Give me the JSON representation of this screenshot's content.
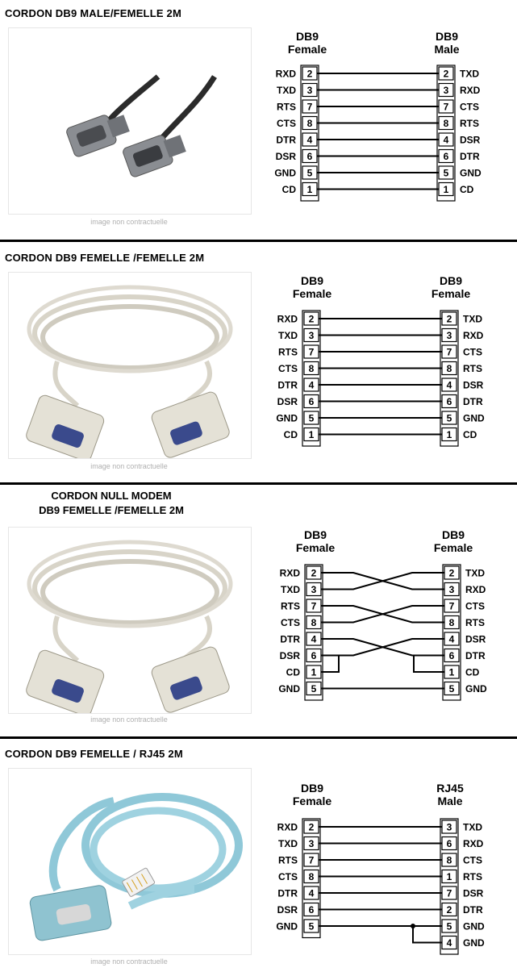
{
  "caption": "image non contractuelle",
  "sections": [
    {
      "title": "CORDON DB9 MALE/FEMELLE 2M",
      "left_header": [
        "DB9",
        "Female"
      ],
      "right_header": [
        "DB9",
        "Male"
      ],
      "left_pins": [
        {
          "label": "RXD",
          "num": "2"
        },
        {
          "label": "TXD",
          "num": "3"
        },
        {
          "label": "RTS",
          "num": "7"
        },
        {
          "label": "CTS",
          "num": "8"
        },
        {
          "label": "DTR",
          "num": "4"
        },
        {
          "label": "DSR",
          "num": "6"
        },
        {
          "label": "GND",
          "num": "5"
        },
        {
          "label": "CD",
          "num": "1"
        }
      ],
      "right_pins": [
        {
          "label": "TXD",
          "num": "2"
        },
        {
          "label": "RXD",
          "num": "3"
        },
        {
          "label": "CTS",
          "num": "7"
        },
        {
          "label": "RTS",
          "num": "8"
        },
        {
          "label": "DSR",
          "num": "4"
        },
        {
          "label": "DTR",
          "num": "6"
        },
        {
          "label": "GND",
          "num": "5"
        },
        {
          "label": "CD",
          "num": "1"
        }
      ],
      "cable_color": "#3a3a3a"
    },
    {
      "title": "CORDON DB9 FEMELLE /FEMELLE 2M",
      "left_header": [
        "DB9",
        "Female"
      ],
      "right_header": [
        "DB9",
        "Female"
      ],
      "left_pins": [
        {
          "label": "RXD",
          "num": "2"
        },
        {
          "label": "TXD",
          "num": "3"
        },
        {
          "label": "RTS",
          "num": "7"
        },
        {
          "label": "CTS",
          "num": "8"
        },
        {
          "label": "DTR",
          "num": "4"
        },
        {
          "label": "DSR",
          "num": "6"
        },
        {
          "label": "GND",
          "num": "5"
        },
        {
          "label": "CD",
          "num": "1"
        }
      ],
      "right_pins": [
        {
          "label": "TXD",
          "num": "2"
        },
        {
          "label": "RXD",
          "num": "3"
        },
        {
          "label": "CTS",
          "num": "7"
        },
        {
          "label": "RTS",
          "num": "8"
        },
        {
          "label": "DSR",
          "num": "4"
        },
        {
          "label": "DTR",
          "num": "6"
        },
        {
          "label": "GND",
          "num": "5"
        },
        {
          "label": "CD",
          "num": "1"
        }
      ],
      "cable_color": "#d8d4c8"
    },
    {
      "title_lines": [
        "CORDON NULL MODEM",
        "DB9 FEMELLE /FEMELLE 2M"
      ],
      "left_header": [
        "DB9",
        "Female"
      ],
      "right_header": [
        "DB9",
        "Female"
      ],
      "left_pins": [
        {
          "label": "RXD",
          "num": "2"
        },
        {
          "label": "TXD",
          "num": "3"
        },
        {
          "label": "RTS",
          "num": "7"
        },
        {
          "label": "CTS",
          "num": "8"
        },
        {
          "label": "DTR",
          "num": "4"
        },
        {
          "label": "DSR",
          "num": "6"
        },
        {
          "label": "CD",
          "num": "1"
        },
        {
          "label": "GND",
          "num": "5"
        }
      ],
      "right_pins": [
        {
          "label": "TXD",
          "num": "2"
        },
        {
          "label": "RXD",
          "num": "3"
        },
        {
          "label": "CTS",
          "num": "7"
        },
        {
          "label": "RTS",
          "num": "8"
        },
        {
          "label": "DSR",
          "num": "4"
        },
        {
          "label": "DTR",
          "num": "6"
        },
        {
          "label": "CD",
          "num": "1"
        },
        {
          "label": "GND",
          "num": "5"
        }
      ],
      "cable_color": "#d8d4c8"
    },
    {
      "title": "CORDON DB9 FEMELLE / RJ45  2M",
      "left_header": [
        "DB9",
        "Female"
      ],
      "right_header": [
        "RJ45",
        "Male"
      ],
      "left_pins": [
        {
          "label": "RXD",
          "num": "2"
        },
        {
          "label": "TXD",
          "num": "3"
        },
        {
          "label": "RTS",
          "num": "7"
        },
        {
          "label": "CTS",
          "num": "8"
        },
        {
          "label": "DTR",
          "num": "4"
        },
        {
          "label": "DSR",
          "num": "6"
        },
        {
          "label": "GND",
          "num": "5"
        }
      ],
      "right_pins": [
        {
          "label": "TXD",
          "num": "3"
        },
        {
          "label": "RXD",
          "num": "6"
        },
        {
          "label": "CTS",
          "num": "8"
        },
        {
          "label": "RTS",
          "num": "1"
        },
        {
          "label": "DSR",
          "num": "7"
        },
        {
          "label": "DTR",
          "num": "2"
        },
        {
          "label": "GND",
          "num": "5"
        },
        {
          "label": "GND",
          "num": "4"
        }
      ],
      "cable_color": "#8fc8d8"
    }
  ]
}
